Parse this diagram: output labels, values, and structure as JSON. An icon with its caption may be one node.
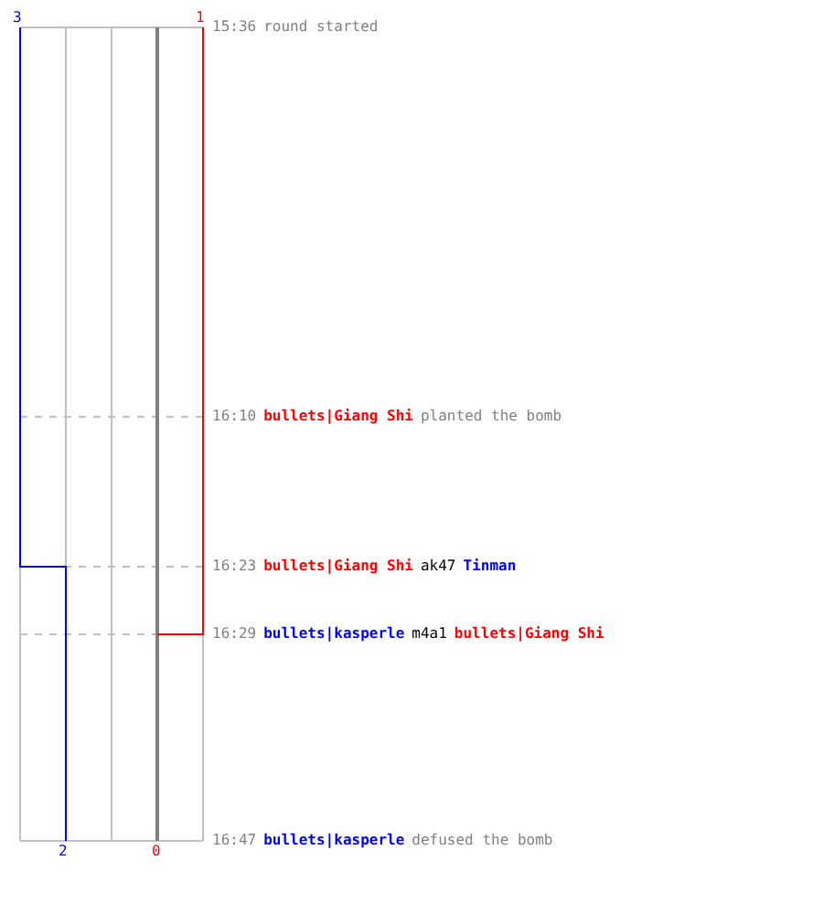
{
  "diagram": {
    "labels": [
      "3",
      "1",
      "15:36",
      "round started",
      "16:10",
      "bullets|Giang Shi",
      "planted the bomb",
      "16:23",
      "bullets|Giang Shi",
      "ak47",
      "Tinman",
      "16:29",
      "bullets|kasperle",
      "m4a1",
      "bullets|Giang Shi",
      "16:47",
      "bullets|kasperle",
      "defused the bomb",
      "2",
      "0"
    ]
  }
}
